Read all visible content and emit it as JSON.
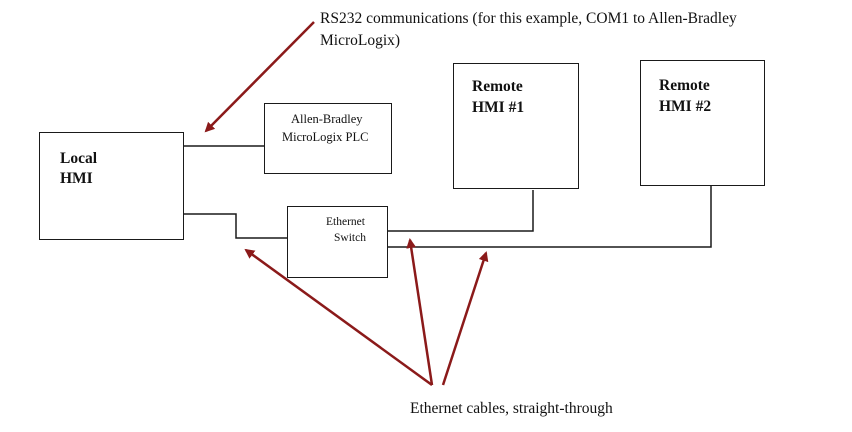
{
  "annotations": {
    "rs232_line1": "RS232 communications (for this example, COM1 to Allen-Bradley",
    "rs232_line2": "MicroLogix)",
    "ethernet_cables": "Ethernet cables, straight-through"
  },
  "nodes": {
    "local_hmi": {
      "line1": "Local",
      "line2": "HMI"
    },
    "plc": {
      "line1": "Allen-Bradley",
      "line2": "MicroLogix PLC"
    },
    "switch": {
      "line1": "Ethernet",
      "line2": "Switch"
    },
    "remote_hmi_1": {
      "line1": "Remote",
      "line2": "HMI #1"
    },
    "remote_hmi_2": {
      "line1": "Remote",
      "line2": "HMI #2"
    }
  },
  "colors": {
    "line": "#1a1a1a",
    "arrow": "#8b1a1a"
  }
}
